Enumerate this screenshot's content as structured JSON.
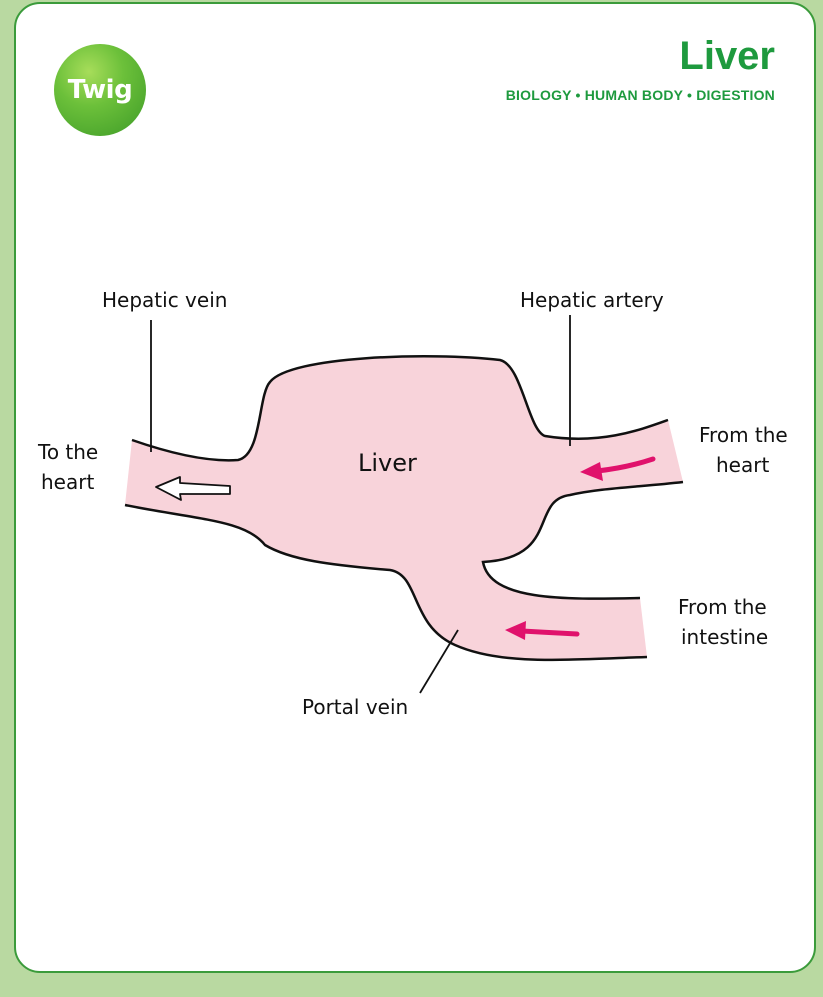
{
  "brand": {
    "logo_text": "Twig"
  },
  "header": {
    "title": "Liver",
    "subtitle": "BIOLOGY • HUMAN BODY • DIGESTION"
  },
  "diagram": {
    "organ_label": "Liver",
    "labels": {
      "hepatic_vein": "Hepatic vein",
      "hepatic_artery": "Hepatic artery",
      "portal_vein": "Portal vein",
      "to_the_heart_1": "To the",
      "to_the_heart_2": "heart",
      "from_heart_1": "From the",
      "from_heart_2": "heart",
      "from_intestine_1": "From the",
      "from_intestine_2": "intestine"
    },
    "colors": {
      "organ_fill": "#f8d3da",
      "arrow_in": "#e0126c",
      "arrow_out_fill": "#ffffff",
      "accent": "#1e9a3e"
    }
  }
}
